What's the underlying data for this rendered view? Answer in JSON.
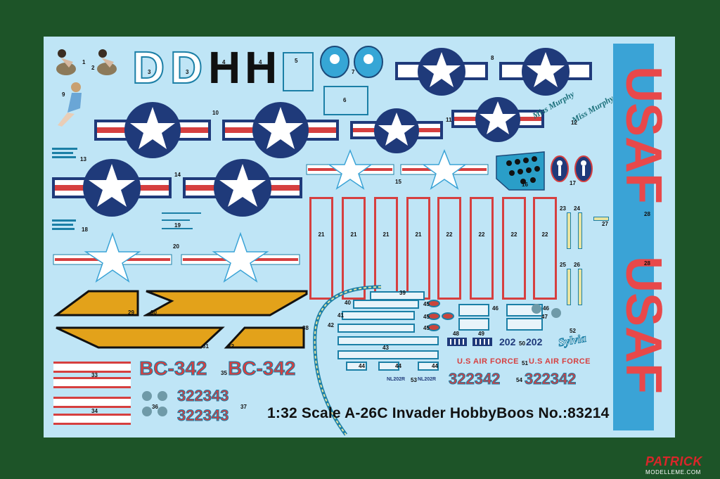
{
  "sheet": {
    "title": "1:32 Scale A-26C Invader  HobbyBoos No.:83214",
    "letters": [
      "D",
      "D",
      "H",
      "H"
    ],
    "usaf_top": "USAF",
    "usaf_bottom": "USAF",
    "serial_bc_1": "BC-342",
    "serial_bc_2": "BC-342",
    "serial_322343_a": "322343",
    "serial_322343_b": "322343",
    "serial_322342_a": "322342",
    "serial_322342_b": "322342",
    "us_air_force_1": "U.S AIR FORCE",
    "us_air_force_2": "U.S AIR FORCE",
    "code_202_a": "202",
    "code_202_b": "202",
    "nl202r_a": "NL202R",
    "nl202r_b": "NL202R",
    "sylvia": "Sylvia",
    "miss_murphy_a": "Miss Murphy",
    "miss_murphy_b": "Miss Murphy",
    "strip_labels": [
      "21",
      "21",
      "21",
      "21",
      "22",
      "22",
      "22",
      "22"
    ],
    "decal_numbers": [
      "1",
      "2",
      "3",
      "3",
      "4",
      "4",
      "5",
      "6",
      "7",
      "8",
      "9",
      "10",
      "11",
      "12",
      "13",
      "14",
      "15",
      "16",
      "17",
      "18",
      "19",
      "20",
      "23",
      "24",
      "25",
      "26",
      "27",
      "28",
      "28",
      "29",
      "30",
      "31",
      "32",
      "33",
      "34",
      "35",
      "36",
      "37",
      "38",
      "39",
      "40",
      "41",
      "42",
      "43",
      "44",
      "44",
      "44",
      "45",
      "45",
      "45",
      "46",
      "46",
      "47",
      "48",
      "49",
      "50",
      "51",
      "52",
      "53",
      "54"
    ]
  },
  "colors": {
    "background": "#1d5428",
    "sheet": "#bfe5f6",
    "insignia_blue": "#1f3a7a",
    "insignia_red": "#d63f3f",
    "outline_blue": "#1b7fa6",
    "yellow": "#e3a21a"
  },
  "watermark": {
    "line1": "PATRICK",
    "line2": "MODELLEME.COM"
  }
}
